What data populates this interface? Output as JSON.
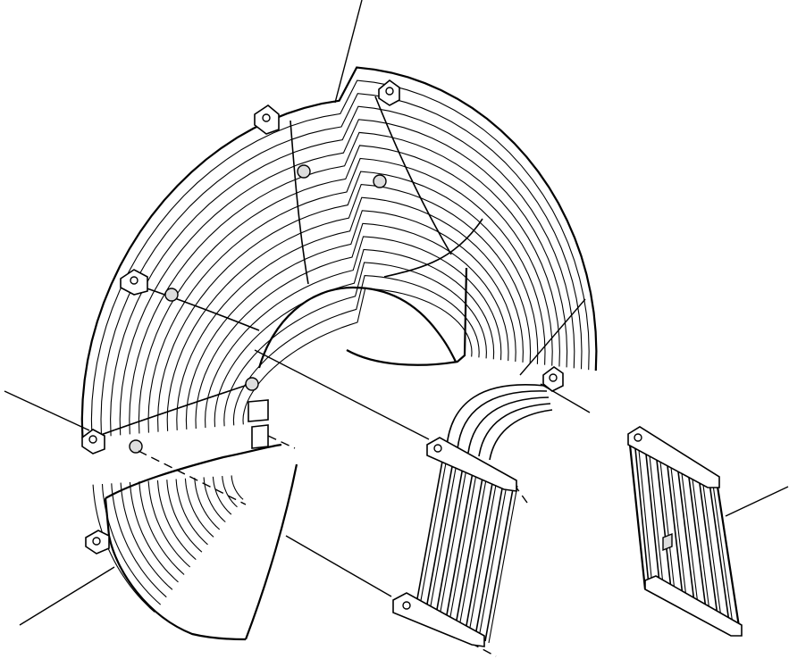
{
  "figure": {
    "description_visible_text": "",
    "colors": {
      "ink": "#000000",
      "paper": "#ffffff"
    },
    "parts": [
      {
        "id": "main-fan-guard",
        "kind": "semicircular wire guard"
      },
      {
        "id": "lower-guard-segment",
        "kind": "quarter wire guard"
      },
      {
        "id": "curved-grille",
        "kind": "curved bar grille"
      },
      {
        "id": "flat-grille",
        "kind": "flat bar grille"
      }
    ]
  }
}
